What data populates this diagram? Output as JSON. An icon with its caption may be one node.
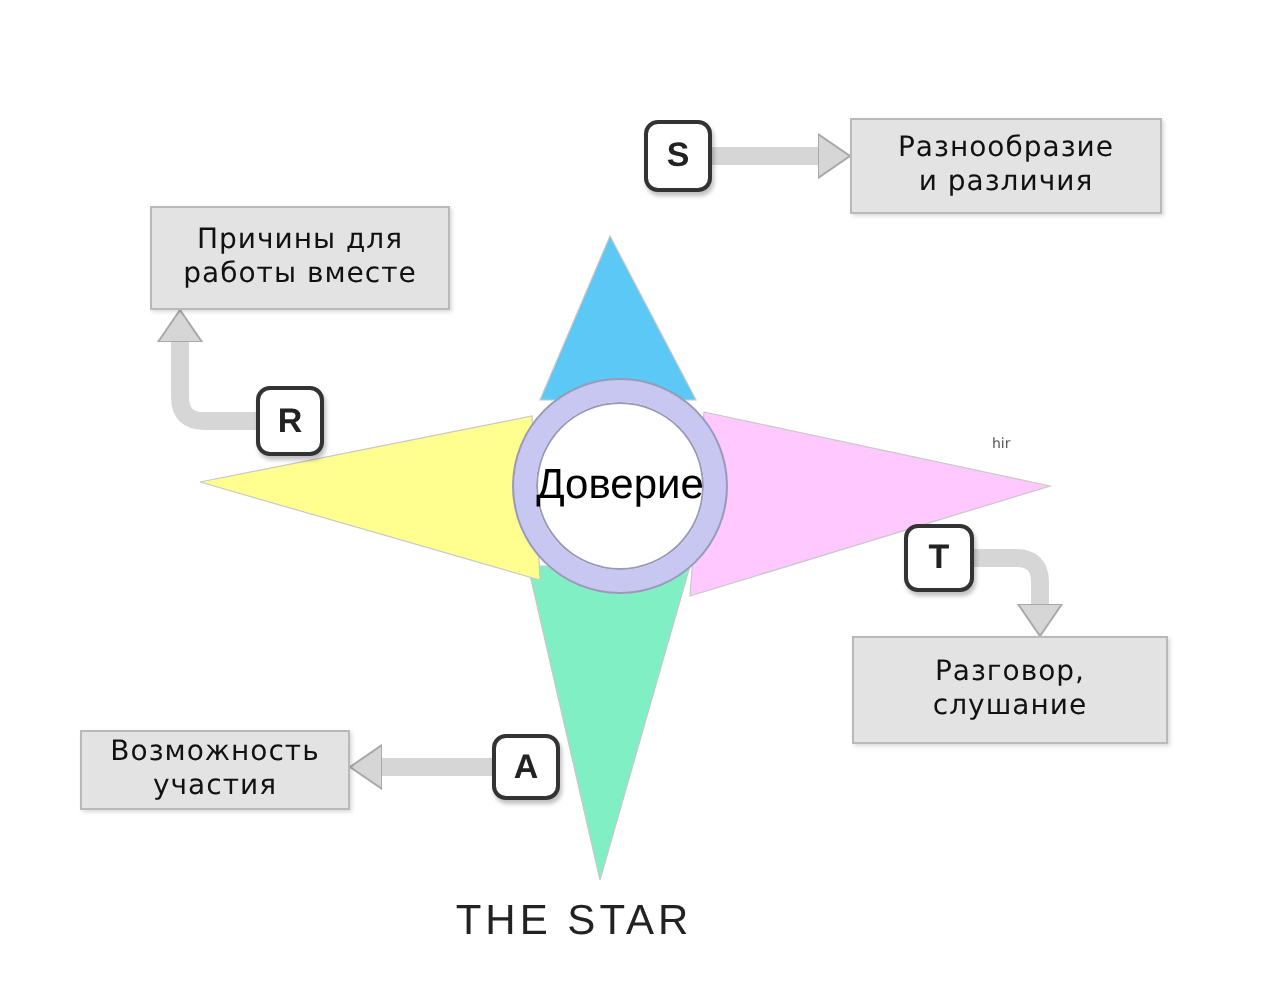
{
  "diagram": {
    "caption": "THE STAR",
    "nodes": [
      {
        "text": [
          "S"
        ]
      },
      {
        "text": [
          "Разнообразие и различия"
        ]
      },
      {
        "text": [
          "Причины для работы вместе"
        ]
      },
      {
        "text": [
          "R"
        ]
      },
      {
        "text": [
          "Доверие"
        ]
      },
      {
        "text": [
          "T"
        ]
      },
      {
        "text": [
          "Разговор, слушание"
        ]
      },
      {
        "text": [
          "Возможность участия"
        ]
      },
      {
        "text": [
          "A"
        ]
      }
    ],
    "edges": [
      {
        "from": 0,
        "to": 1,
        "arrow": "to"
      },
      {
        "from": 3,
        "to": 2,
        "arrow": "to"
      },
      {
        "from": 5,
        "to": 6,
        "arrow": "to"
      },
      {
        "from": 8,
        "to": 7,
        "arrow": "to"
      }
    ],
    "labels": [
      "hir"
    ]
  }
}
